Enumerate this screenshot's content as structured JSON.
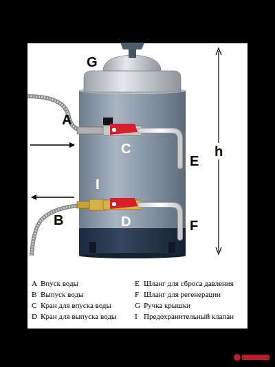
{
  "diagram": {
    "labels": [
      "G",
      "A",
      "C",
      "E",
      "h",
      "I",
      "B",
      "D",
      "F",
      "A",
      "Впуск воды",
      "B",
      "Выпуск воды",
      "C",
      "Кран для впуска воды",
      "D",
      "Кран для выпуска воды",
      "E",
      "Шланг для сброса давления",
      "F",
      "Шланг для регенерации",
      "G",
      "Ручка крышки",
      "I",
      "Предохранительный клапан"
    ]
  }
}
